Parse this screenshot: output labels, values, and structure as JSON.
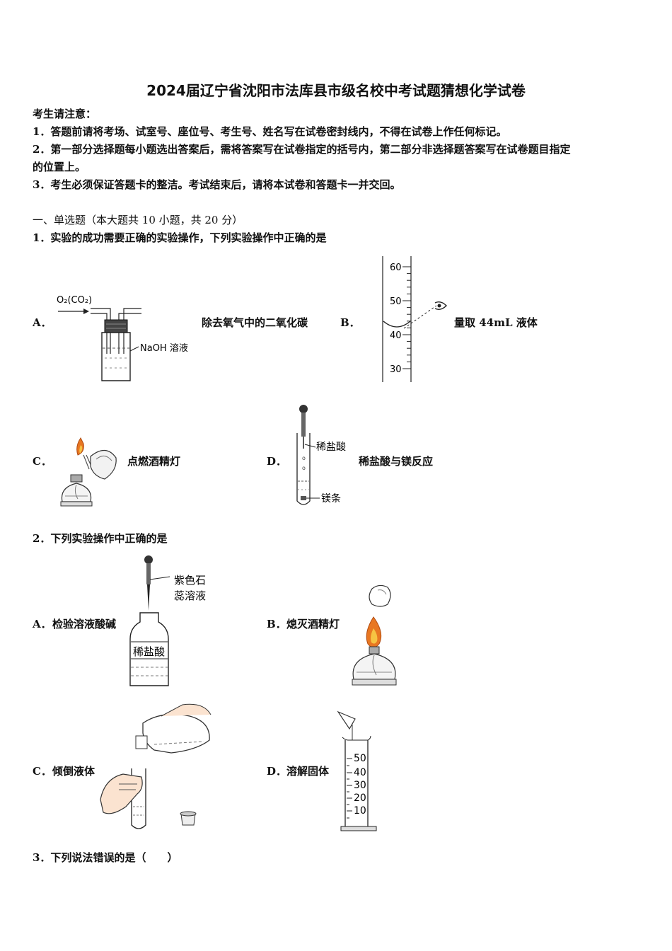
{
  "title": "2024届辽宁省沈阳市法库县市级名校中考试题猜想化学试卷",
  "notice": {
    "heading": "考生请注意：",
    "items": [
      "1．答题前请将考场、试室号、座位号、考生号、姓名写在试卷密封线内，不得在试卷上作任何标记。",
      "2．第一部分选择题每小题选出答案后，需将答案写在试卷指定的括号内，第二部分非选择题答案写在试卷题目指定",
      "的位置上。",
      "3．考生必须保证答题卡的整洁。考试结束后，请将本试卷和答题卡一并交回。"
    ]
  },
  "section_heading": "一、单选题（本大题共 10 小题，共 20 分）",
  "q1": {
    "stem": "1．实验的成功需要正确的实验操作，下列实验操作中正确的是",
    "options": [
      {
        "letter": "A．",
        "text": "除去氧气中的二氧化碳"
      },
      {
        "letter": "B．",
        "text": "量取 44mL 液体"
      },
      {
        "letter": "C．",
        "text": "点燃酒精灯"
      },
      {
        "letter": "D．",
        "text": "稀盐酸与镁反应"
      }
    ],
    "fig_a": {
      "gas_label": "O₂(CO₂)",
      "solution_label": "NaOH 溶液"
    },
    "fig_b": {
      "ticks": [
        "60",
        "50",
        "40",
        "30"
      ]
    },
    "fig_d": {
      "acid_label": "稀盐酸",
      "ribbon_label": "镁条"
    }
  },
  "q2": {
    "stem": "2．下列实验操作中正确的是",
    "options": [
      {
        "letter": "A．",
        "text": "检验溶液酸碱"
      },
      {
        "letter": "B．",
        "text": "熄灭酒精灯"
      },
      {
        "letter": "C．",
        "text": "倾倒液体"
      },
      {
        "letter": "D．",
        "text": "溶解固体"
      }
    ],
    "fig_a": {
      "indicator_line1": "紫色石",
      "indicator_line2": "蕊溶液",
      "bottle_label": "稀盐酸"
    },
    "fig_d": {
      "ticks": [
        "50",
        "40",
        "30",
        "20",
        "10"
      ]
    }
  },
  "q3": {
    "stem": "3．下列说法错误的是（　　）"
  }
}
